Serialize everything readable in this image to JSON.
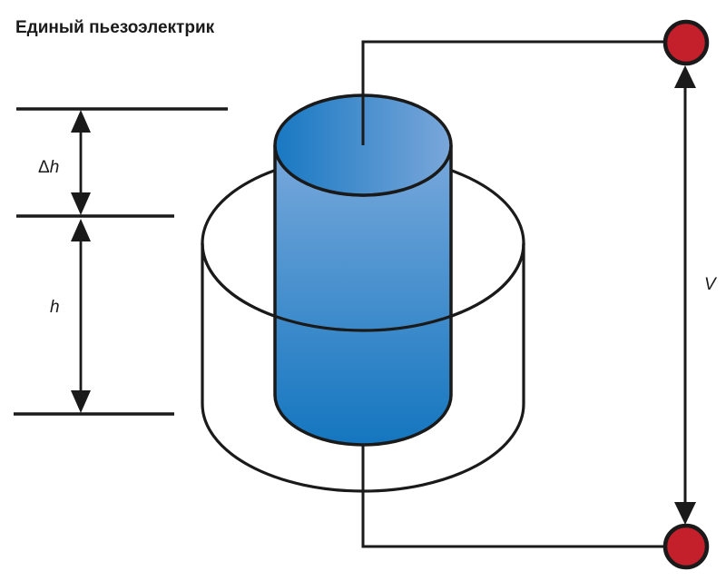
{
  "title": "Единый пьезоэлектрик",
  "labels": {
    "delta": "Δ",
    "h": "h",
    "voltage": "V"
  },
  "colors": {
    "top_face_left": "#1878C2",
    "top_face_right": "#7AA7DA",
    "body_top": "#79A9DC",
    "body_bottom": "#1476BF",
    "terminal_red": "#C4202C",
    "line": "#1A1A1A"
  }
}
